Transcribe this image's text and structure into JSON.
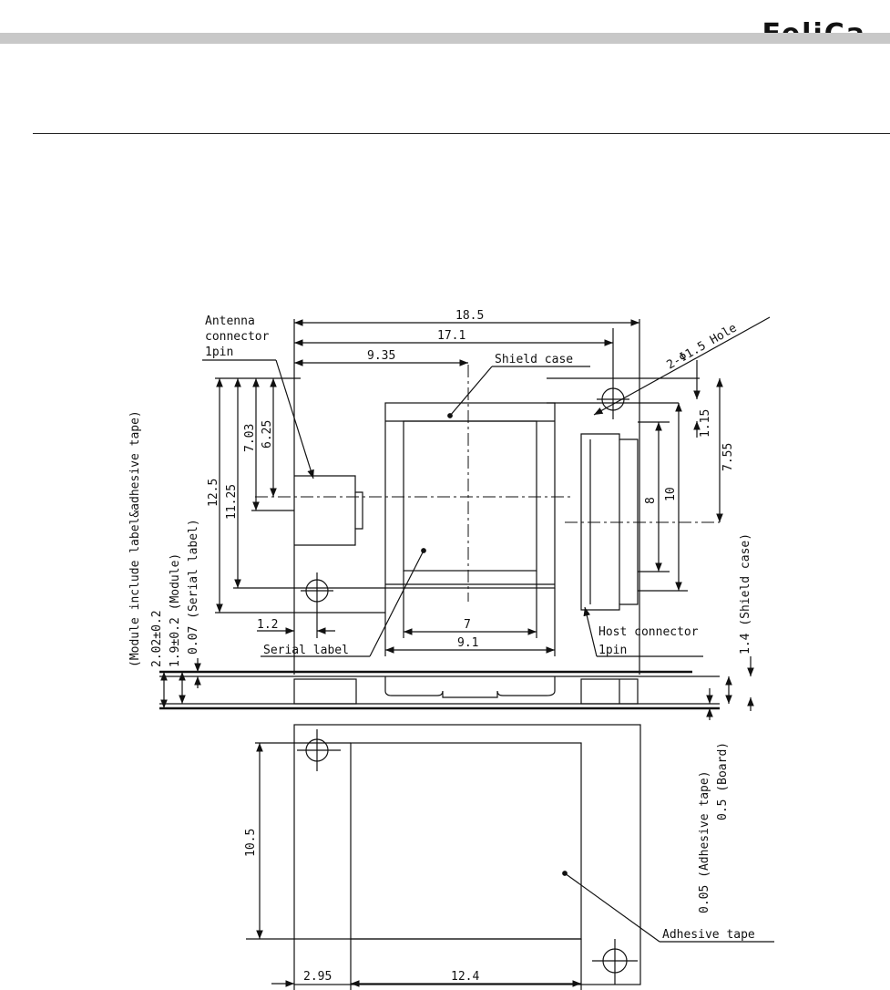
{
  "header": {
    "logo_text": "FeliCa"
  },
  "drawing": {
    "dims": {
      "d18_5": "18.5",
      "d17_1": "17.1",
      "d9_35": "9.35",
      "d12_5": "12.5",
      "d11_25": "11.25",
      "d7_03": "7.03",
      "d6_25": "6.25",
      "d1_15": "1.15",
      "d7_55": "7.55",
      "d8": "8",
      "d10": "10",
      "d7": "7",
      "d9_1": "9.1",
      "d1_2": "1.2",
      "d10_5": "10.5",
      "d2_95": "2.95",
      "d12_4": "12.4"
    },
    "labels": {
      "antenna_l1": "Antenna",
      "antenna_l2": "connector",
      "antenna_l3": "1pin",
      "shield_case": "Shield case",
      "hole": "2-Φ1.5 Hole",
      "serial_label": "Serial label",
      "host_l1": "Host connector",
      "host_l2": "1pin",
      "adhesive_tape": "Adhesive tape",
      "module_incl": "(Module include label&adhesive tape)",
      "module_incl_dim": "2.02±0.2",
      "module_dim": "1.9±0.2 (Module)",
      "serial_dim": "0.07 (Serial label)",
      "shield_dim": "1.4 (Shield case)",
      "adhesive_dim": "0.05 (Adhesive tape)",
      "board_dim": "0.5 (Board)"
    }
  }
}
